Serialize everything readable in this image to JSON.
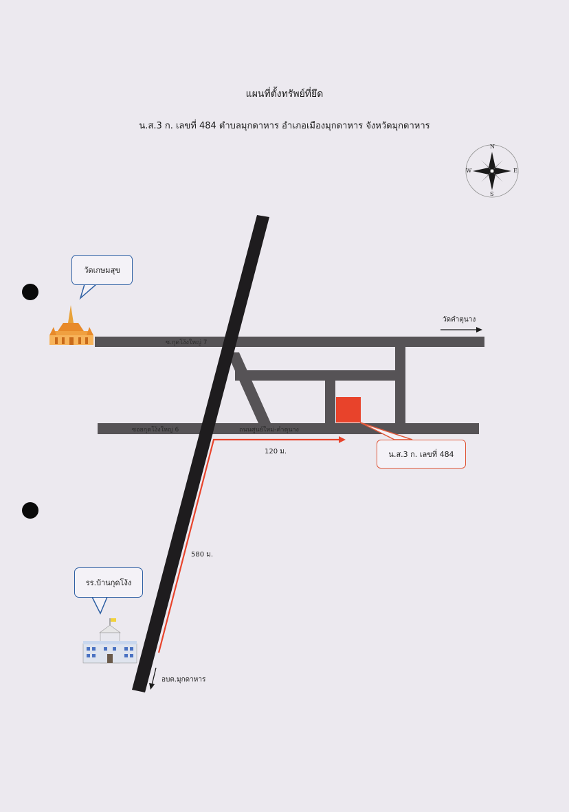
{
  "header": {
    "title": "แผนที่ตั้งทรัพย์ที่ยึด",
    "subtitle": "น.ส.3 ก. เลขที่ 484 ตำบลมุกดาหาร อำเภอเมืองมุกดาหาร จังหวัดมุกดาหาร"
  },
  "compass": {
    "north": "N",
    "south": "S",
    "east": "E",
    "west": "W"
  },
  "landmarks": {
    "temple": {
      "label": "วัดเกษมสุข",
      "icon": "temple-icon"
    },
    "school": {
      "label": "รร.บ้านกุดโง้ง",
      "icon": "school-icon"
    }
  },
  "roads": {
    "upper": "ซ.กุดโง้งใหญ่ 7",
    "lower_left": "ซอยกุดโง้งใหญ่ 6",
    "lower_right": "ถนนศูนย์ใหม่-คำตุนาง"
  },
  "directions": {
    "east_arrow": "วัดคำตุนาง",
    "south_arrow": "อบต.มุกดาหาร"
  },
  "distances": {
    "horizontal": "120 ม.",
    "vertical": "580 ม."
  },
  "property": {
    "label": "น.ส.3 ก. เลขที่ 484",
    "color": "#e8432b"
  },
  "colors": {
    "road": "#565356",
    "highway": "#1e1c1e",
    "route": "#e8432b",
    "bubble_border": "#2d5fa3"
  }
}
